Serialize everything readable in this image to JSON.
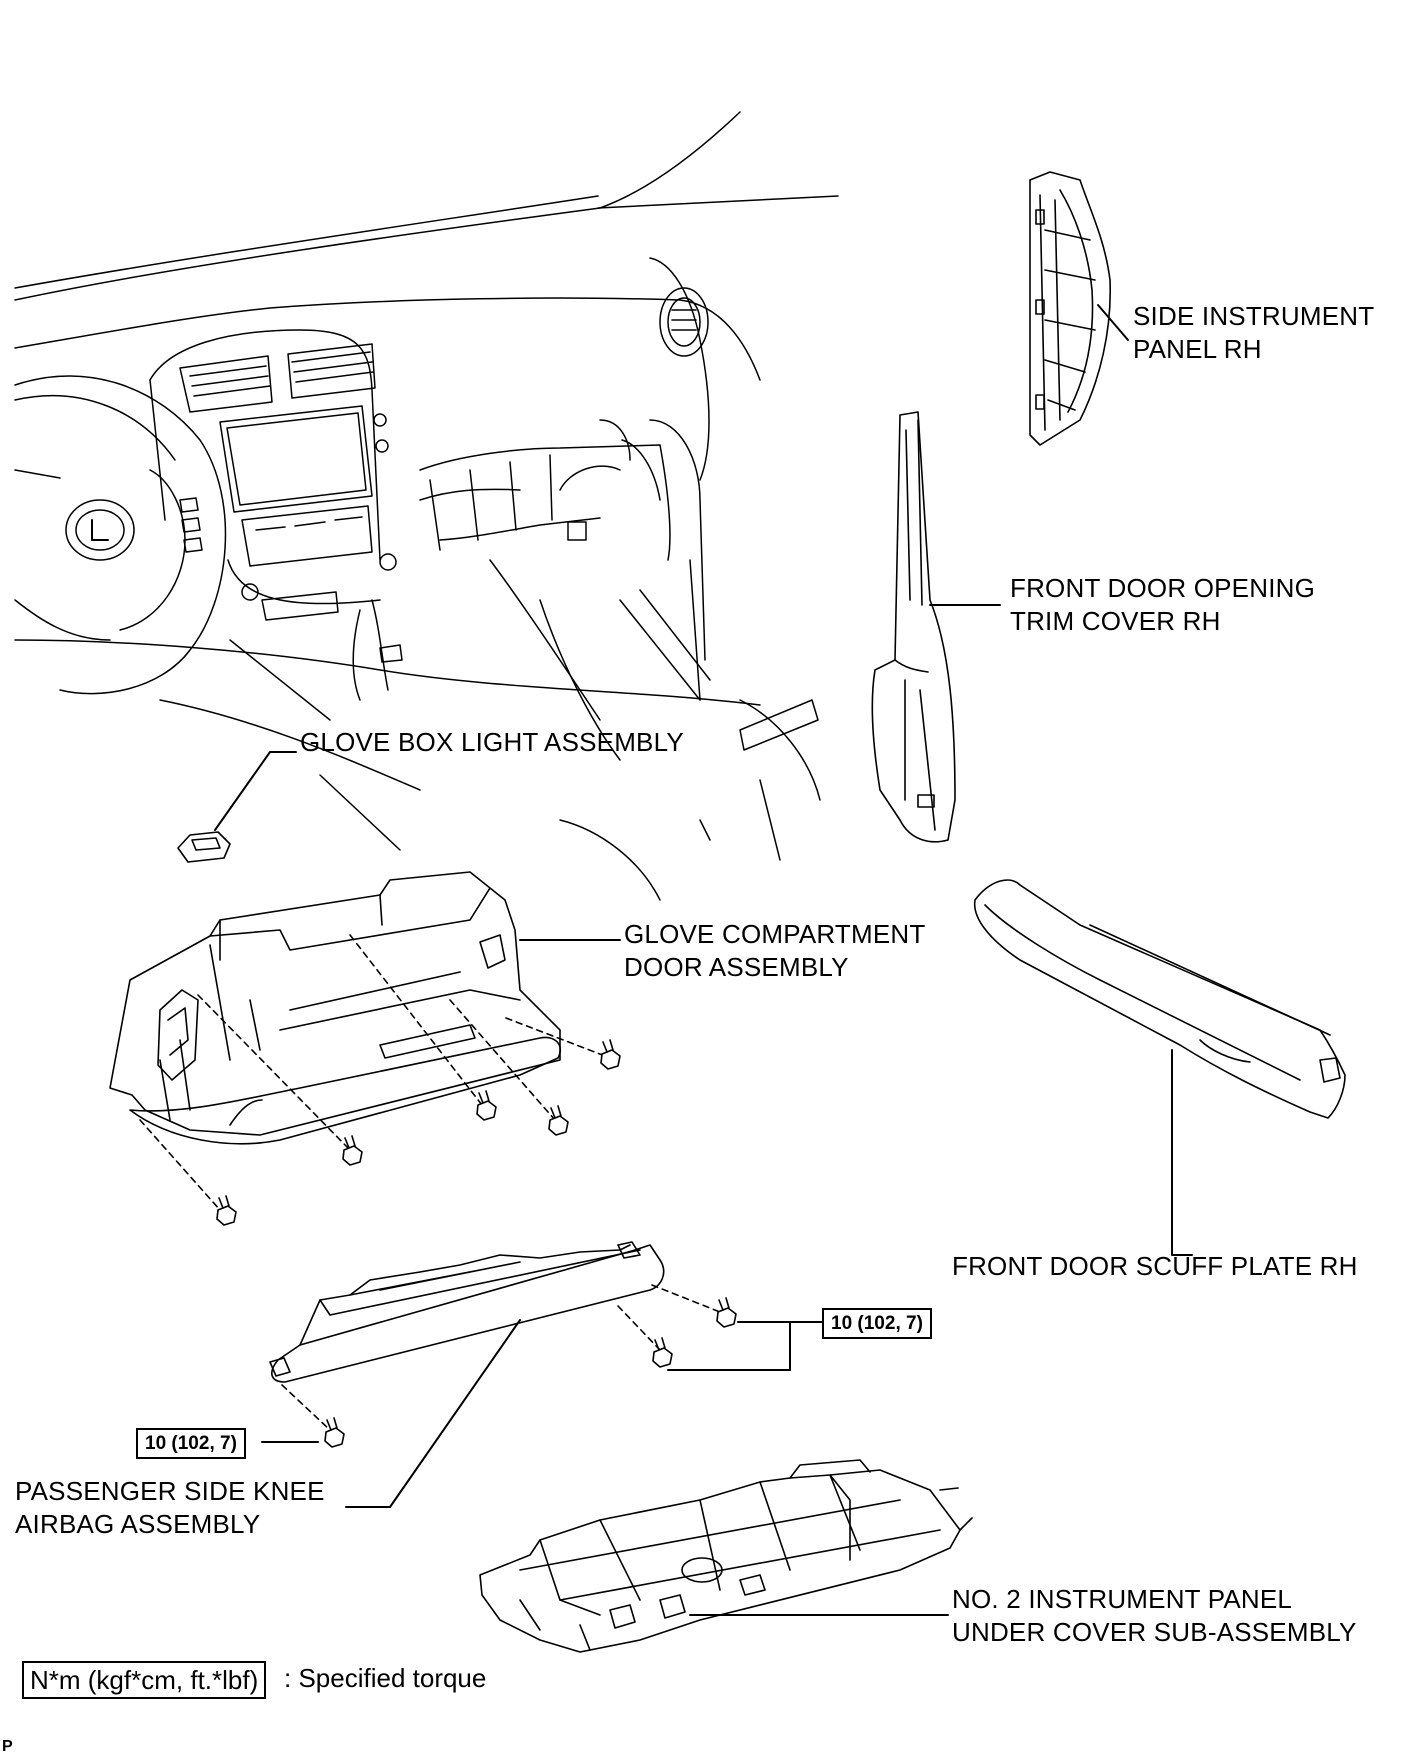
{
  "labels": {
    "side_instrument_panel": [
      "SIDE INSTRUMENT",
      "PANEL RH"
    ],
    "front_door_opening_trim": [
      "FRONT DOOR OPENING",
      "TRIM COVER RH"
    ],
    "glove_box_light": "GLOVE BOX LIGHT ASSEMBLY",
    "glove_compartment_door": [
      "GLOVE COMPARTMENT",
      "DOOR ASSEMBLY"
    ],
    "front_door_scuff_plate": "FRONT DOOR SCUFF PLATE RH",
    "passenger_knee_airbag": [
      "PASSENGER SIDE KNEE",
      "AIRBAG ASSEMBLY"
    ],
    "instrument_under_cover": [
      "NO. 2 INSTRUMENT PANEL",
      "UNDER COVER SUB-ASSEMBLY"
    ]
  },
  "torque": {
    "upper_right": "10 (102, 7)",
    "lower_left": "10 (102, 7)"
  },
  "legend": {
    "box": "N*m (kgf*cm, ft.*lbf)",
    "text": ": Specified torque"
  },
  "corner_code": "P"
}
